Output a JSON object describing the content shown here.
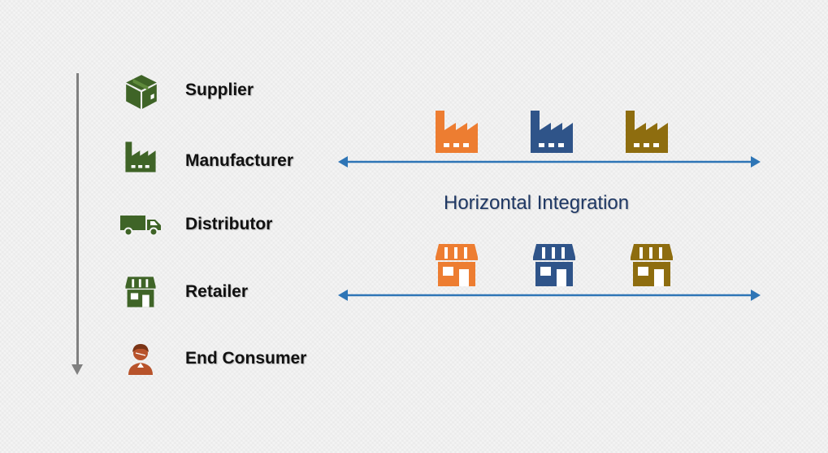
{
  "colors": {
    "chain_icon": "#3f6427",
    "arrow_blue": "#2e75b6",
    "orange": "#ed7d31",
    "navy": "#2f5489",
    "olive": "#8e6d0f",
    "consumer": "#b8532b",
    "axis_gray": "#808080"
  },
  "chain": [
    {
      "label": "Supplier",
      "icon": "box-icon"
    },
    {
      "label": "Manufacturer",
      "icon": "factory-icon"
    },
    {
      "label": "Distributor",
      "icon": "truck-icon"
    },
    {
      "label": "Retailer",
      "icon": "store-icon"
    },
    {
      "label": "End Consumer",
      "icon": "person-icon"
    }
  ],
  "horizontal": {
    "title": "Horizontal Integration",
    "factories": [
      "factory-icon",
      "factory-icon",
      "factory-icon"
    ],
    "stores": [
      "store-icon",
      "store-icon",
      "store-icon"
    ]
  }
}
